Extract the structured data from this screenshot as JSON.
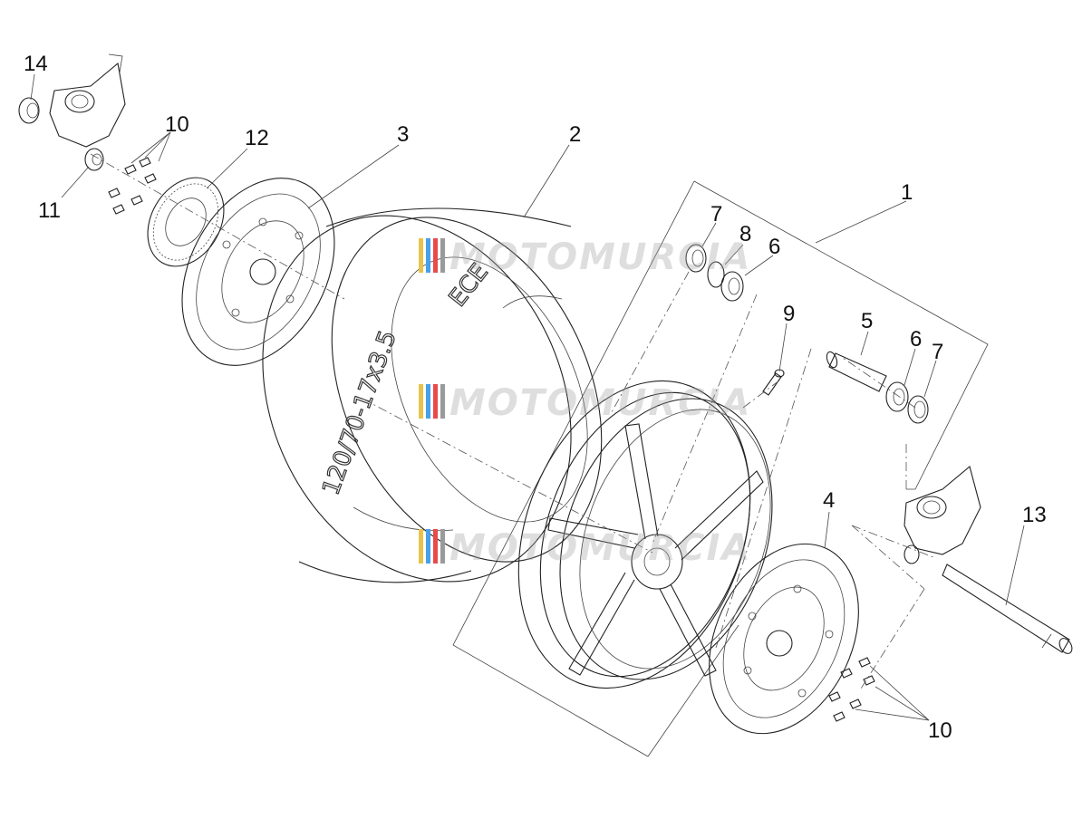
{
  "watermark": {
    "text": "MOTOMURCIA",
    "stripe_colors": [
      "#e8c34a",
      "#4aa0e8",
      "#e84a4a",
      "#9a9a9a"
    ]
  },
  "tire": {
    "size_marking": "120/70-17x3.5",
    "cert_marking": "ECE"
  },
  "callouts": [
    {
      "id": "1",
      "label": "1"
    },
    {
      "id": "2",
      "label": "2"
    },
    {
      "id": "3",
      "label": "3"
    },
    {
      "id": "4",
      "label": "4"
    },
    {
      "id": "5",
      "label": "5"
    },
    {
      "id": "6a",
      "label": "6"
    },
    {
      "id": "6b",
      "label": "6"
    },
    {
      "id": "7a",
      "label": "7"
    },
    {
      "id": "7b",
      "label": "7"
    },
    {
      "id": "8",
      "label": "8"
    },
    {
      "id": "9",
      "label": "9"
    },
    {
      "id": "10a",
      "label": "10"
    },
    {
      "id": "10b",
      "label": "10"
    },
    {
      "id": "11",
      "label": "11"
    },
    {
      "id": "12",
      "label": "12"
    },
    {
      "id": "13",
      "label": "13"
    },
    {
      "id": "14",
      "label": "14"
    }
  ]
}
